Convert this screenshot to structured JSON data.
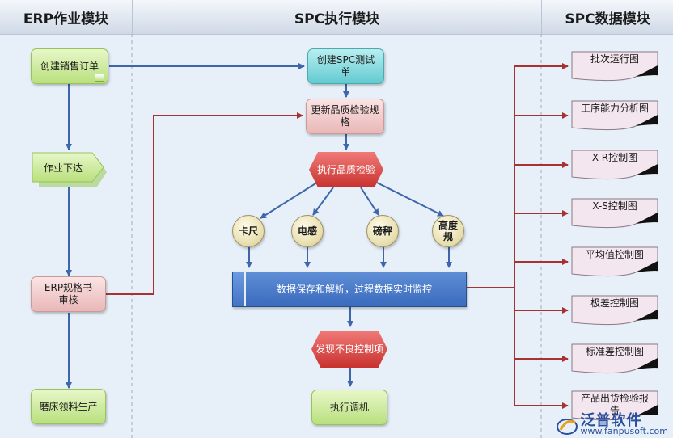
{
  "columns": {
    "erp": "ERP作业模块",
    "spc": "SPC执行模块",
    "spc_data": "SPC数据模块"
  },
  "erp": {
    "create_order": "创建销售订单",
    "dispatch": "作业下达",
    "spec_review": "ERP规格书\n审核",
    "production": "磨床领料生产"
  },
  "spc": {
    "create_test": "创建SPC测试\n单",
    "update_spec": "更新品质检验规\n格",
    "execute_inspection": "执行品质检验",
    "gauges": [
      "卡尺",
      "电感",
      "磅秤",
      "高度\n规"
    ],
    "monitor": "数据保存和解析，过程数据实时监控",
    "detect_defect": "发现不良控制项",
    "adjust": "执行调机"
  },
  "spc_data": {
    "reports": [
      "批次运行图",
      "工序能力分析图",
      "X-R控制图",
      "X-S控制图",
      "平均值控制图",
      "极差控制图",
      "标准差控制图",
      "产品出货检验报\n告"
    ]
  },
  "watermark": {
    "brand": "泛普软件",
    "url": "www.fanpusoft.com"
  },
  "colors": {
    "blue_arrow": "#3d66ab",
    "red_arrow": "#a83232"
  }
}
